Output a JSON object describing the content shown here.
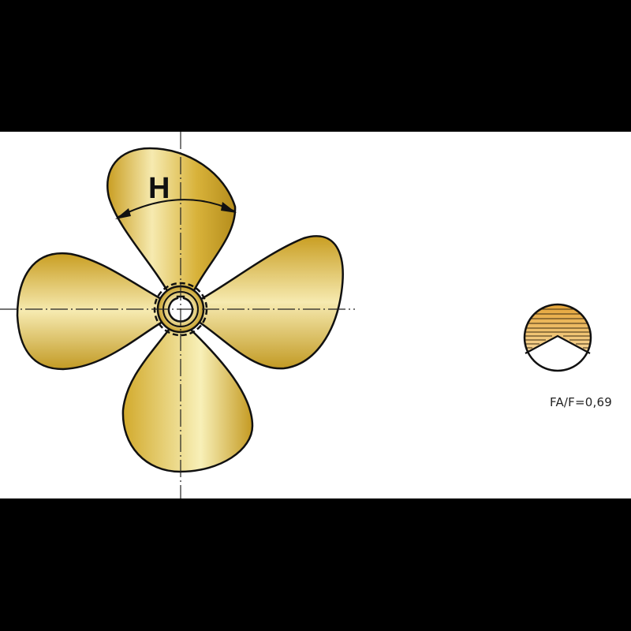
{
  "diagram": {
    "subject": "4-blade propeller front view",
    "labels": {
      "pitch_symbol": "H",
      "blade_area_ratio": "FA/F=0,69"
    },
    "colors": {
      "background_top_bottom": "#000000",
      "canvas": "#ffffff",
      "bronze_dark": "#c9a227",
      "bronze_light": "#f8eeb0",
      "outline": "#111111",
      "section_fill": "#e6a93a"
    },
    "blade_count": 4,
    "icons": {
      "blade_section": "blade-section-icon"
    }
  }
}
